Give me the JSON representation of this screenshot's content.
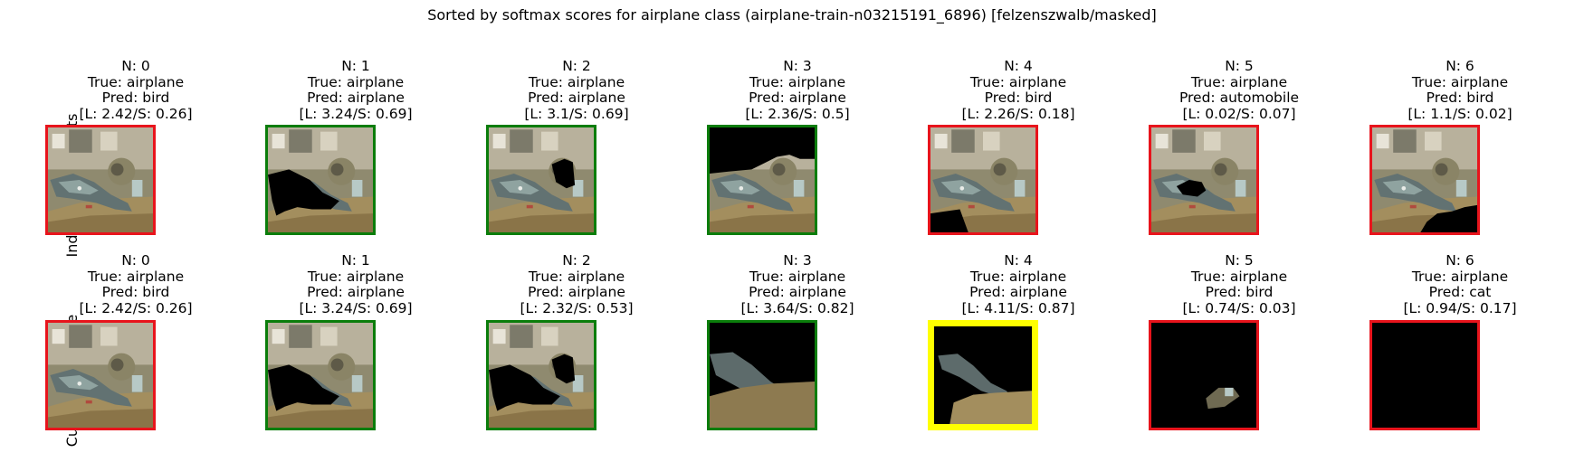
{
  "figure": {
    "title": "Sorted by softmax scores for airplane class (airplane-train-n03215191_6896) [felzenszwalb/masked]"
  },
  "rows": [
    {
      "label": "Indvidual Segments",
      "panels": [
        {
          "n": "N: 0",
          "true_label": "True: airplane",
          "pred": "Pred: bird",
          "scores": "[L: 2.42/S: 0.26]",
          "border": "red",
          "hidden_segments": []
        },
        {
          "n": "N: 1",
          "true_label": "True: airplane",
          "pred": "Pred: airplane",
          "scores": "[L: 3.24/S: 0.69]",
          "border": "green",
          "hidden_segments": [
            1
          ]
        },
        {
          "n": "N: 2",
          "true_label": "True: airplane",
          "pred": "Pred: airplane",
          "scores": "[L: 3.1/S: 0.69]",
          "border": "green",
          "hidden_segments": [
            2
          ]
        },
        {
          "n": "N: 3",
          "true_label": "True: airplane",
          "pred": "Pred: airplane",
          "scores": "[L: 2.36/S: 0.5]",
          "border": "green",
          "hidden_segments": [
            3
          ]
        },
        {
          "n": "N: 4",
          "true_label": "True: airplane",
          "pred": "Pred: bird",
          "scores": "[L: 2.26/S: 0.18]",
          "border": "red",
          "hidden_segments": [
            4
          ]
        },
        {
          "n": "N: 5",
          "true_label": "True: airplane",
          "pred": "Pred: automobile",
          "scores": "[L: 0.02/S: 0.07]",
          "border": "red",
          "hidden_segments": [
            5
          ]
        },
        {
          "n": "N: 6",
          "true_label": "True: airplane",
          "pred": "Pred: bird",
          "scores": "[L: 1.1/S: 0.02]",
          "border": "red",
          "hidden_segments": [
            6
          ]
        }
      ]
    },
    {
      "label": "Cumulative Image",
      "panels": [
        {
          "n": "N: 0",
          "true_label": "True: airplane",
          "pred": "Pred: bird",
          "scores": "[L: 2.42/S: 0.26]",
          "border": "red",
          "hidden_segments": []
        },
        {
          "n": "N: 1",
          "true_label": "True: airplane",
          "pred": "Pred: airplane",
          "scores": "[L: 3.24/S: 0.69]",
          "border": "green",
          "hidden_segments": [
            1
          ]
        },
        {
          "n": "N: 2",
          "true_label": "True: airplane",
          "pred": "Pred: airplane",
          "scores": "[L: 2.32/S: 0.53]",
          "border": "green",
          "hidden_segments": [
            1,
            2
          ]
        },
        {
          "n": "N: 3",
          "true_label": "True: airplane",
          "pred": "Pred: airplane",
          "scores": "[L: 3.64/S: 0.82]",
          "border": "green",
          "hidden_segments": [
            1,
            2,
            3
          ]
        },
        {
          "n": "N: 4",
          "true_label": "True: airplane",
          "pred": "Pred: airplane",
          "scores": "[L: 4.11/S: 0.87]",
          "border": "yellow",
          "hidden_segments": [
            1,
            2,
            3,
            4
          ]
        },
        {
          "n": "N: 5",
          "true_label": "True: airplane",
          "pred": "Pred: bird",
          "scores": "[L: 0.74/S: 0.03]",
          "border": "red",
          "hidden_segments": [
            1,
            2,
            3,
            4,
            5
          ]
        },
        {
          "n": "N: 6",
          "true_label": "True: airplane",
          "pred": "Pred: cat",
          "scores": "[L: 0.94/S: 0.17]",
          "border": "red",
          "hidden_segments": [
            1,
            2,
            3,
            4,
            5,
            6
          ]
        }
      ]
    }
  ],
  "colors": {
    "red": "#e8141c",
    "green": "#0b7d0b",
    "yellow": "#ffff00",
    "mask": "#000000"
  },
  "chart_data": {
    "type": "table",
    "title": "Sorted by softmax scores for airplane class (airplane-train-n03215191_6896) [felzenszwalb/masked]",
    "row_labels": [
      "Indvidual Segments",
      "Cumulative Image"
    ],
    "columns": [
      "N: 0",
      "N: 1",
      "N: 2",
      "N: 3",
      "N: 4",
      "N: 5",
      "N: 6"
    ],
    "series": [
      {
        "name": "Indvidual Segments",
        "pred": [
          "bird",
          "airplane",
          "airplane",
          "airplane",
          "bird",
          "automobile",
          "bird"
        ],
        "L": [
          2.42,
          3.24,
          3.1,
          2.36,
          2.26,
          0.02,
          1.1
        ],
        "S": [
          0.26,
          0.69,
          0.69,
          0.5,
          0.18,
          0.07,
          0.02
        ]
      },
      {
        "name": "Cumulative Image",
        "pred": [
          "bird",
          "airplane",
          "airplane",
          "airplane",
          "airplane",
          "bird",
          "cat"
        ],
        "L": [
          2.42,
          3.24,
          2.32,
          3.64,
          4.11,
          0.74,
          0.94
        ],
        "S": [
          0.26,
          0.69,
          0.53,
          0.82,
          0.87,
          0.03,
          0.17
        ]
      }
    ]
  }
}
